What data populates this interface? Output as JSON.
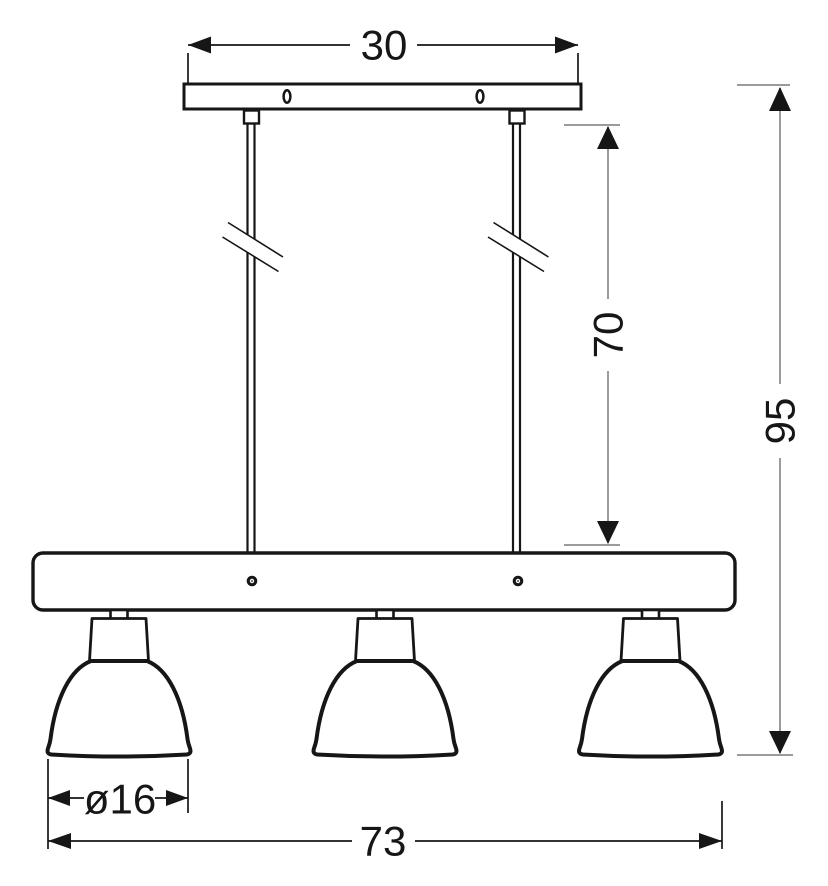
{
  "drawing": {
    "dims": {
      "plate_width": "30",
      "suspension_drop": "70",
      "total_height": "95",
      "shade_diameter": "ø16",
      "total_width": "73"
    },
    "colors": {
      "outline": "#161616",
      "dimension_line": "#9b9b9b",
      "background": "#ffffff"
    }
  }
}
